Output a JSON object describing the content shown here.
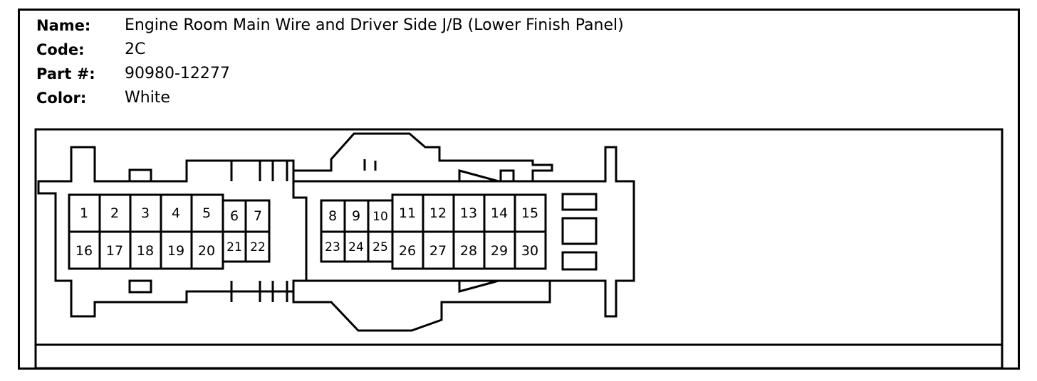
{
  "header": {
    "name_label": "Name:",
    "name_value": "Engine Room Main Wire and Driver Side J/B (Lower Finish Panel)",
    "code_label": "Code:",
    "code_value": "2C",
    "part_label": "Part #:",
    "part_value": "90980-12277",
    "color_label": "Color:",
    "color_value": "White"
  },
  "connector": {
    "pins": [
      "1",
      "2",
      "3",
      "4",
      "5",
      "6",
      "7",
      "8",
      "9",
      "10",
      "11",
      "12",
      "13",
      "14",
      "15",
      "16",
      "17",
      "18",
      "19",
      "20",
      "21",
      "22",
      "23",
      "24",
      "25",
      "26",
      "27",
      "28",
      "29",
      "30"
    ]
  }
}
